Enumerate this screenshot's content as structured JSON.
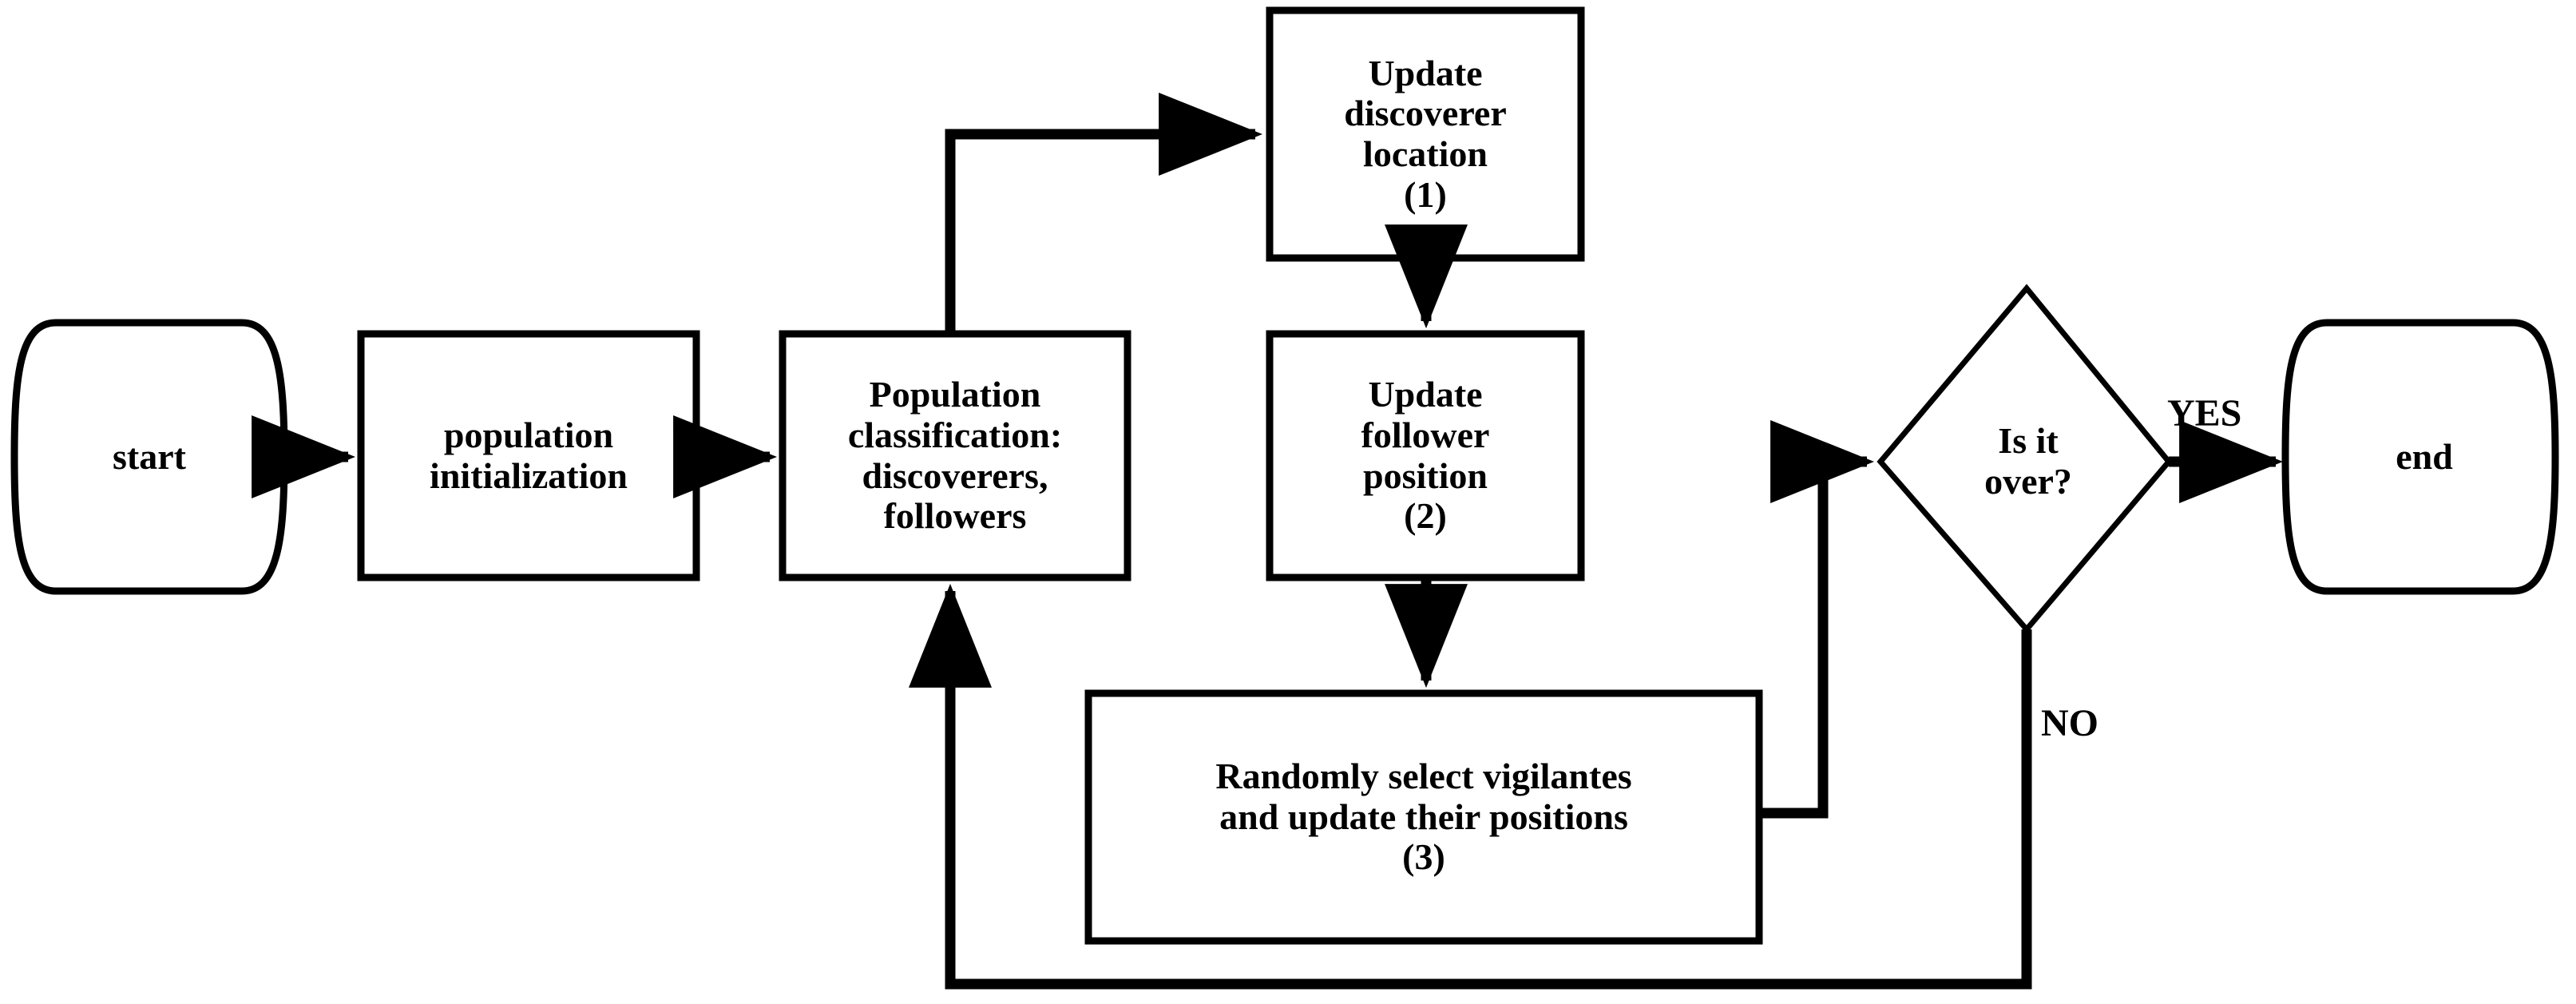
{
  "diagram": {
    "title": "Sparrow Search Algorithm Flowchart",
    "background_color": "#ffffff",
    "stroke_color": "#000000"
  },
  "nodes": [
    {
      "id": "start",
      "shape": "terminator",
      "label": "start",
      "lines": [
        "start"
      ]
    },
    {
      "id": "population-initialization",
      "shape": "process",
      "label": "population initialization",
      "lines": [
        "population",
        "initialization"
      ]
    },
    {
      "id": "population-classification",
      "shape": "process",
      "label": "Population classification: discoverers, followers",
      "lines": [
        "Population",
        "classification:",
        "discoverers,",
        "followers"
      ]
    },
    {
      "id": "update-discoverer-location",
      "shape": "process",
      "label": "Update discoverer location (1)",
      "lines": [
        "Update",
        "discoverer",
        "location",
        "(1)"
      ]
    },
    {
      "id": "update-follower-position",
      "shape": "process",
      "label": "Update follower position (2)",
      "lines": [
        "Update",
        "follower",
        "position",
        "(2)"
      ]
    },
    {
      "id": "randomly-select-vigilantes",
      "shape": "process",
      "label": "Randomly select vigilantes and update their positions (3)",
      "lines": [
        "Randomly select vigilantes",
        "and update their positions",
        "(3)"
      ]
    },
    {
      "id": "is-it-over",
      "shape": "decision",
      "label": "Is it over?",
      "lines": [
        "Is it",
        "over?"
      ]
    },
    {
      "id": "end",
      "shape": "terminator",
      "label": "end",
      "lines": [
        "end"
      ]
    }
  ],
  "edges": [
    {
      "id": "start-to-init",
      "from": "start",
      "to": "population-initialization",
      "label": ""
    },
    {
      "id": "init-to-classification",
      "from": "population-initialization",
      "to": "population-classification",
      "label": ""
    },
    {
      "id": "classification-to-disc",
      "from": "population-classification",
      "to": "update-discoverer-location",
      "label": ""
    },
    {
      "id": "disc-to-follower",
      "from": "update-discoverer-location",
      "to": "update-follower-position",
      "label": ""
    },
    {
      "id": "follower-to-vigilantes",
      "from": "update-follower-position",
      "to": "randomly-select-vigilantes",
      "label": ""
    },
    {
      "id": "vigilantes-to-decision",
      "from": "randomly-select-vigilantes",
      "to": "is-it-over",
      "label": ""
    },
    {
      "id": "decision-yes-to-end",
      "from": "is-it-over",
      "to": "end",
      "label": "YES"
    },
    {
      "id": "decision-no-to-classification",
      "from": "is-it-over",
      "to": "population-classification",
      "label": "NO"
    }
  ],
  "labels": {
    "yes": "YES",
    "no": "NO"
  },
  "node_text": {
    "start": {
      "l1": "start"
    },
    "popinit": {
      "l1": "population",
      "l2": "initialization"
    },
    "popclass": {
      "l1": "Population",
      "l2": "classification:",
      "l3": "discoverers,",
      "l4": "followers"
    },
    "upddisc": {
      "l1": "Update",
      "l2": "discoverer",
      "l3": "location",
      "l4": "(1)"
    },
    "updfoll": {
      "l1": "Update",
      "l2": "follower",
      "l3": "position",
      "l4": "(2)"
    },
    "vigil": {
      "l1": "Randomly select vigilantes",
      "l2": "and update their positions",
      "l3": "(3)"
    },
    "decision": {
      "l1": "Is it",
      "l2": "over?"
    },
    "end": {
      "l1": "end"
    }
  }
}
